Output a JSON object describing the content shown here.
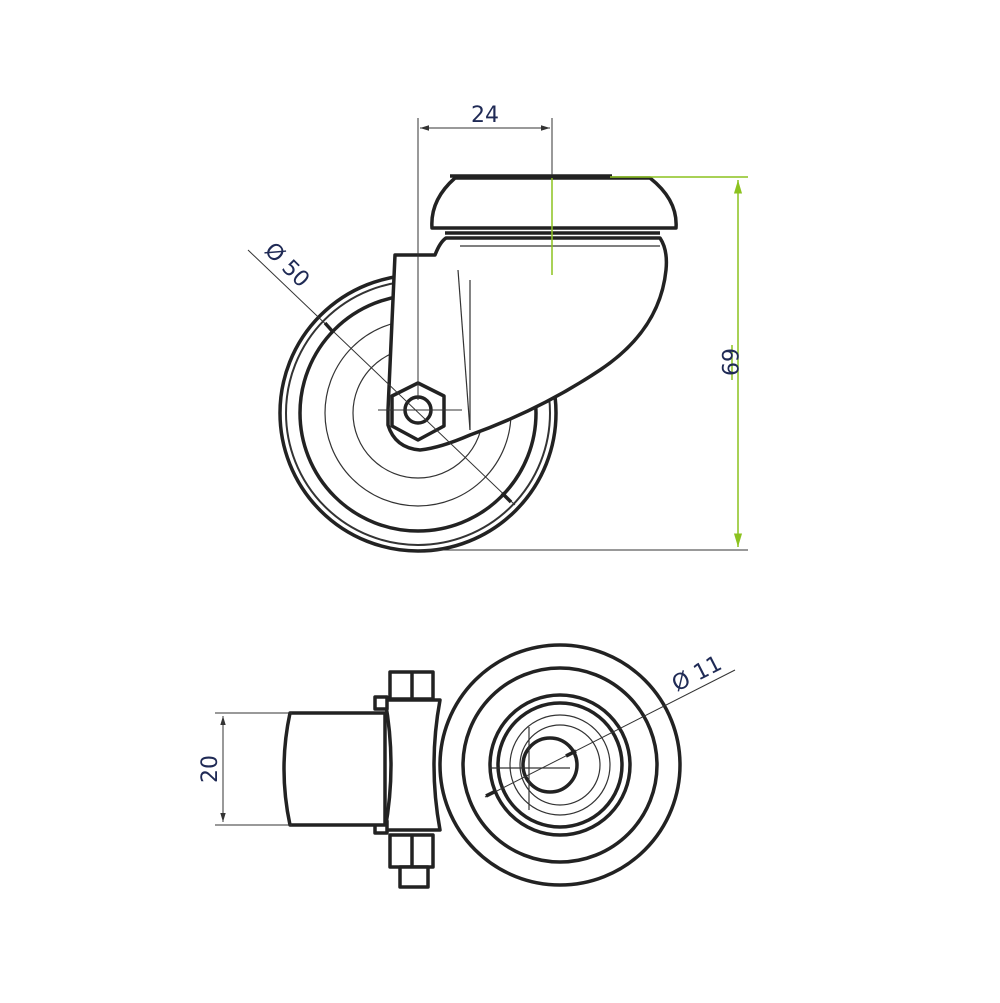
{
  "drawing": {
    "side_view": {
      "dim_offset": "24",
      "dim_height": "69",
      "dim_wheel_diameter": "Ø 50"
    },
    "top_view": {
      "dim_width": "20",
      "dim_bore_diameter": "Ø 11"
    },
    "colors": {
      "line": "#222222",
      "dimension_text": "#1f2a55",
      "height_dimension": "#8cc21f"
    }
  }
}
